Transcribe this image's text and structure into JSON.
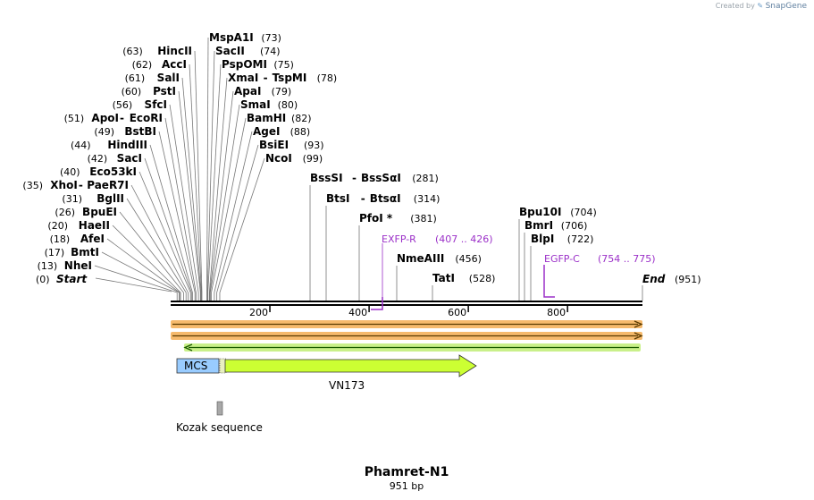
{
  "credit": {
    "prefix": "Created by",
    "brand": "SnapGene"
  },
  "map": {
    "title": "Phamret-N1",
    "length_label": "951 bp",
    "total_bp": 951,
    "ticks": [
      "200",
      "400",
      "600",
      "800"
    ],
    "tick_values": [
      200,
      400,
      600,
      800
    ],
    "start_label": "Start",
    "start_pos": "(0)",
    "end_label": "End",
    "end_pos": "(951)"
  },
  "left_sites": [
    {
      "pos": "(63)",
      "name": "HincII",
      "bp": 63
    },
    {
      "pos": "(62)",
      "name": "AccI",
      "bp": 62
    },
    {
      "pos": "(61)",
      "name": "SalI",
      "bp": 61
    },
    {
      "pos": "(60)",
      "name": "PstI",
      "bp": 60
    },
    {
      "pos": "(56)",
      "name": "SfcI",
      "bp": 56
    },
    {
      "pos": "(51)",
      "name": "ApoI",
      "name2": "EcoRI",
      "bp": 51
    },
    {
      "pos": "(49)",
      "name": "BstBI",
      "bp": 49
    },
    {
      "pos": "(44)",
      "name": "HindIII",
      "bp": 44
    },
    {
      "pos": "(42)",
      "name": "SacI",
      "bp": 42
    },
    {
      "pos": "(40)",
      "name": "Eco53kI",
      "bp": 40
    },
    {
      "pos": "(35)",
      "name": "XhoI",
      "name2": "PaeR7I",
      "bp": 35
    },
    {
      "pos": "(31)",
      "name": "BglII",
      "bp": 31
    },
    {
      "pos": "(26)",
      "name": "BpuEI",
      "bp": 26
    },
    {
      "pos": "(20)",
      "name": "HaeII",
      "bp": 20
    },
    {
      "pos": "(18)",
      "name": "AfeI",
      "bp": 18
    },
    {
      "pos": "(17)",
      "name": "BmtI",
      "bp": 17
    },
    {
      "pos": "(13)",
      "name": "NheI",
      "bp": 13
    }
  ],
  "right_sites": [
    {
      "name": "MspA1I",
      "pos": "(73)",
      "bp": 73
    },
    {
      "name": "SacII",
      "pos": "(74)",
      "bp": 74
    },
    {
      "name": "PspOMI",
      "pos": "(75)",
      "bp": 75
    },
    {
      "name": "XmaI",
      "name2": "TspMI",
      "pos": "(78)",
      "bp": 78
    },
    {
      "name": "ApaI",
      "pos": "(79)",
      "bp": 79
    },
    {
      "name": "SmaI",
      "pos": "(80)",
      "bp": 80
    },
    {
      "name": "BamHI",
      "pos": "(82)",
      "bp": 82
    },
    {
      "name": "AgeI",
      "pos": "(88)",
      "bp": 88
    },
    {
      "name": "BsiEI",
      "pos": "(93)",
      "bp": 93
    },
    {
      "name": "NcoI",
      "pos": "(99)",
      "bp": 99
    }
  ],
  "mid_sites": [
    {
      "name": "BssSI",
      "name2": "BssSαI",
      "pos": "(281)",
      "bp": 281
    },
    {
      "name": "BtsI",
      "name2": "BtsαI",
      "pos": "(314)",
      "bp": 314
    },
    {
      "name": "PfoI *",
      "pos": "(381)",
      "bp": 381
    },
    {
      "name": "NmeAIII",
      "pos": "(456)",
      "bp": 456
    },
    {
      "name": "TatI",
      "pos": "(528)",
      "bp": 528
    },
    {
      "name": "Bpu10I",
      "pos": "(704)",
      "bp": 704
    },
    {
      "name": "BmrI",
      "pos": "(706)",
      "bp": 706
    },
    {
      "name": "BlpI",
      "pos": "(722)",
      "bp": 722
    }
  ],
  "primers": [
    {
      "name": "EXFP-R",
      "range": "(407 .. 426)",
      "from": 407,
      "to": 426,
      "direction": "reverse"
    },
    {
      "name": "EGFP-C",
      "range": "(754 .. 775)",
      "from": 754,
      "to": 775,
      "direction": "forward"
    }
  ],
  "features": [
    {
      "name": "MCS",
      "from": 13,
      "to": 99,
      "color": "#99ccff"
    },
    {
      "name": "VN173",
      "from": 99,
      "to": 618,
      "color": "#ccff33"
    },
    {
      "name": "Kozak sequence",
      "from": 92,
      "to": 102,
      "color": "#a8a8a8"
    }
  ],
  "translation_colors": {
    "orange": "#f5b25c",
    "green": "#c9f08a",
    "arrow": "#5a3a00",
    "green_arrow": "#1a5a00",
    "primer": "#9b30c8"
  }
}
